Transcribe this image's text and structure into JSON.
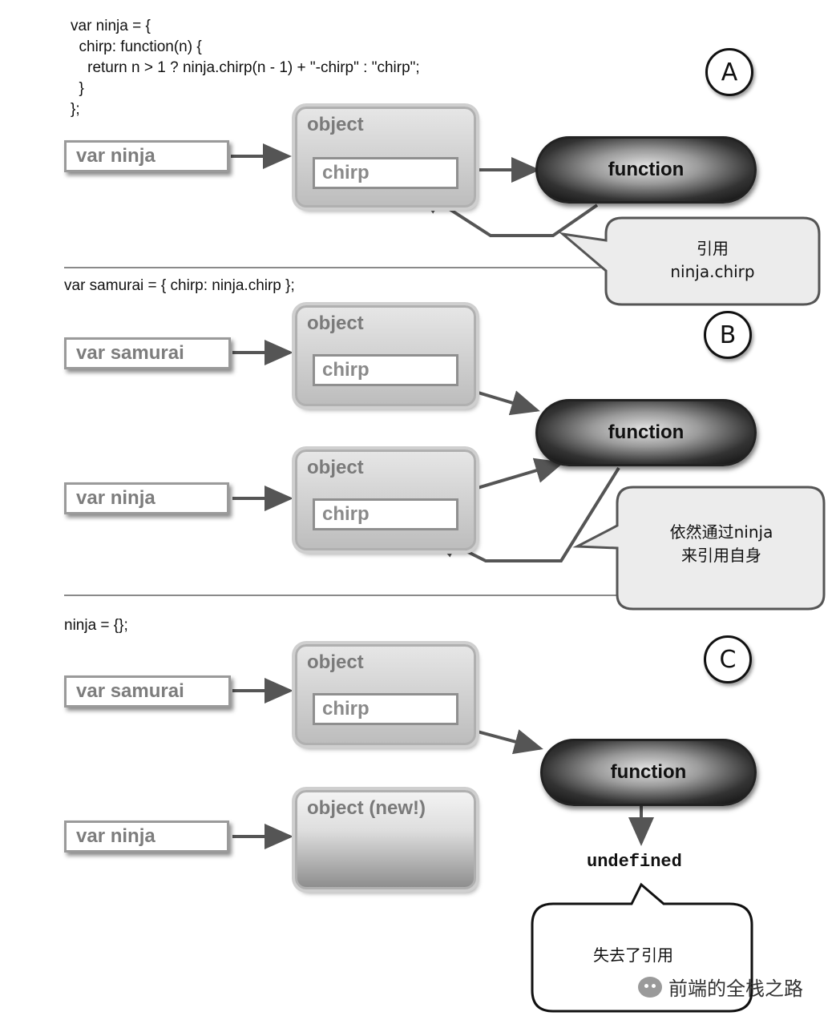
{
  "code": {
    "a": [
      "var ninja = {",
      "  chirp: function(n) {",
      "    return n > 1 ? ninja.chirp(n - 1) + \"-chirp\" : \"chirp\";",
      "  }",
      "};"
    ],
    "b": "var samurai = { chirp: ninja.chirp };",
    "c": "ninja = {};"
  },
  "labels": {
    "var_ninja": "var ninja",
    "var_samurai": "var samurai",
    "object": "object",
    "object_new": "object (new!)",
    "chirp": "chirp",
    "function": "function",
    "undefined": "undefined"
  },
  "sections": {
    "a_marker": "A",
    "b_marker": "B",
    "c_marker": "C"
  },
  "callouts": {
    "a": [
      "引用",
      "ninja.chirp"
    ],
    "b": [
      "依然通过ninja",
      "来引用自身"
    ],
    "c": [
      "失去了引用"
    ]
  },
  "watermark": "前端的全栈之路"
}
